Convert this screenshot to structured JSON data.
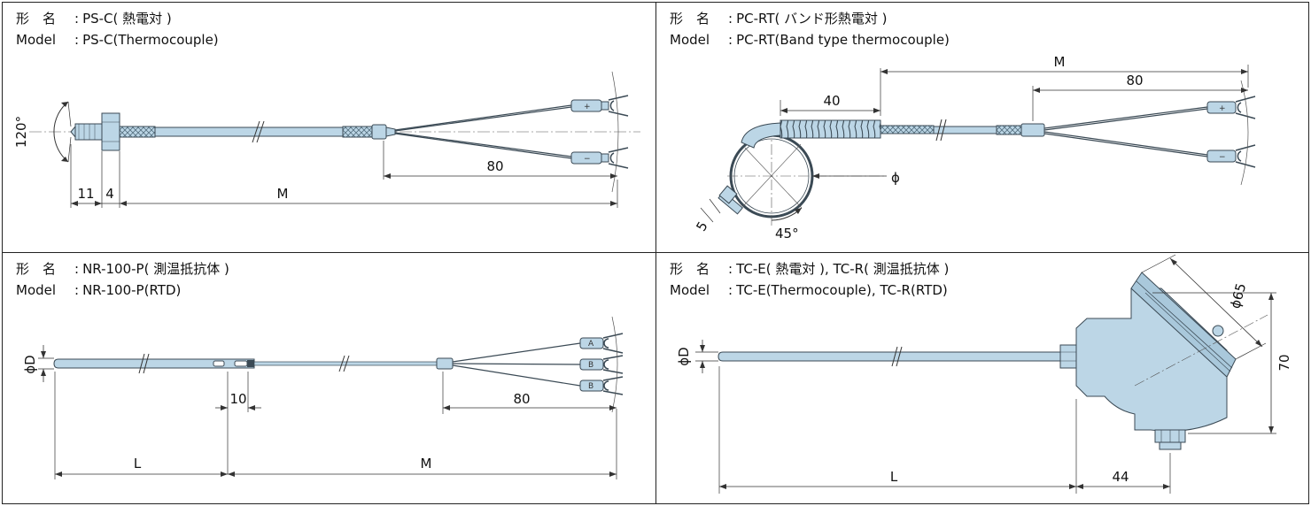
{
  "colors": {
    "part_fill": "#bcd6e6",
    "part_stroke": "#3b4a55",
    "dim_line": "#333333",
    "background": "#ffffff"
  },
  "panels": [
    {
      "id": "ps-c",
      "title_label": "形　名",
      "title_sep": ":",
      "title_jp": "PS-C( 熱電対 )",
      "model_label": "Model",
      "model_sep": ":",
      "model": "PS-C(Thermocouple)",
      "dims": {
        "angle": "120°",
        "d1": "11",
        "d2": "4",
        "m": "M",
        "lead": "80"
      },
      "terminals": {
        "plus": "+",
        "minus": "−"
      }
    },
    {
      "id": "pc-rt",
      "title_label": "形　名",
      "title_sep": ":",
      "title_jp": "PC-RT( バンド形熱電対 )",
      "model_label": "Model",
      "model_sep": ":",
      "model": "PC-RT(Band type thermocouple)",
      "dims": {
        "band": "40",
        "m": "M",
        "lead": "80",
        "phi": "ϕ",
        "angle": "45°",
        "screw": "5"
      },
      "terminals": {
        "plus": "+",
        "minus": "−"
      }
    },
    {
      "id": "nr-100-p",
      "title_label": "形　名",
      "title_sep": ":",
      "title_jp": "NR-100-P( 測温抵抗体 )",
      "model_label": "Model",
      "model_sep": ":",
      "model": "NR-100-P(RTD)",
      "dims": {
        "phi_d": "ϕD",
        "ten": "10",
        "lead": "80",
        "l": "L",
        "m": "M"
      },
      "terminals": {
        "a": "A",
        "b1": "B",
        "b2": "B"
      }
    },
    {
      "id": "tc-e",
      "title_label": "形　名",
      "title_sep": ":",
      "title_jp": "TC-E( 熱電対 ), TC-R( 測温抵抗体 )",
      "model_label": "Model",
      "model_sep": ":",
      "model": "TC-E(Thermocouple), TC-R(RTD)",
      "dims": {
        "phi_d": "ϕD",
        "head_dia": "ϕ65",
        "height": "70",
        "l": "L",
        "head_w": "44"
      }
    }
  ]
}
